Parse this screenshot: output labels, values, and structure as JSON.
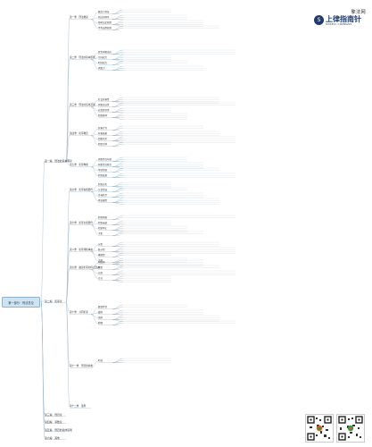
{
  "brand": {
    "site_name": "擎法网",
    "logo_glyph": "S",
    "company": "上律指南针",
    "company_en": "SURELY COMPASS",
    "color": "#1f3a6b"
  },
  "root": {
    "label": "第一部分 · 刑法总论"
  },
  "level1": [
    "第一编　刑法的基本理论",
    "第二编　犯罪论",
    "第三编　刑罚论",
    "第四编　罪数论",
    "第五编　刑罚的具体运用",
    "第六编　其他"
  ],
  "level2": [
    "第一章　刑法概说",
    "第二章　刑法的基本原则",
    "第三章　刑法的适用范围",
    "第四章　犯罪概念",
    "第五章　犯罪构成",
    "第六章　犯罪客观要件",
    "第七章　犯罪主观要件",
    "第八章　犯罪排除事由",
    "第九章　故意犯罪的停止形态",
    "第十章　共同犯罪",
    "第十一章　刑罚的种类",
    "第十二章　量刑"
  ],
  "level3": [
    "概念与特征",
    "刑法的体系",
    "罪刑法定原则",
    "平等适用原则",
    "罪责刑相适应",
    "空间效力",
    "时间效力",
    "溯及力",
    "社会危害性",
    "刑事违法性",
    "应受惩罚性",
    "犯罪客体",
    "危害行为",
    "危害结果",
    "因果关系",
    "犯罪主体",
    "刑事责任年龄",
    "刑事责任能力",
    "单位犯罪",
    "犯罪故意",
    "犯罪过失",
    "认识错误",
    "正当防卫",
    "紧急避险",
    "犯罪预备",
    "犯罪未遂",
    "犯罪中止",
    "主犯",
    "从犯",
    "胁从犯",
    "教唆犯",
    "主刑",
    "附加刑",
    "累犯",
    "自首",
    "立功",
    "数罪并罚",
    "缓刑",
    "减刑",
    "假释",
    "时效"
  ]
}
